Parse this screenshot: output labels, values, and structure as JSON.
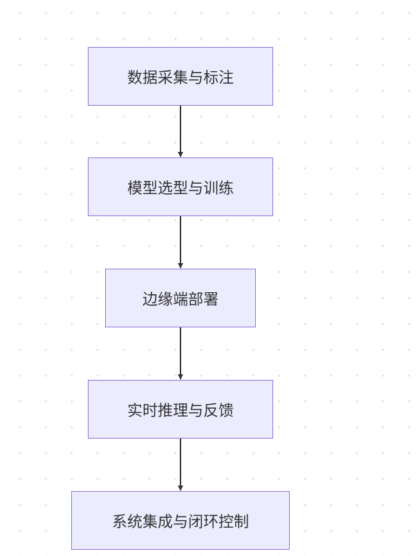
{
  "diagram": {
    "type": "flowchart",
    "direction": "top-to-bottom",
    "colors": {
      "node_fill": "#ececff",
      "node_border": "#9370db",
      "edge": "#333333",
      "text": "#333333",
      "grid_dot": "#e6e6e6"
    },
    "nodes": [
      {
        "id": "n1",
        "label": "数据采集与标注"
      },
      {
        "id": "n2",
        "label": "模型选型与训练"
      },
      {
        "id": "n3",
        "label": "边缘端部署"
      },
      {
        "id": "n4",
        "label": "实时推理与反馈"
      },
      {
        "id": "n5",
        "label": "系统集成与闭环控制"
      }
    ],
    "edges": [
      {
        "from": "n1",
        "to": "n2"
      },
      {
        "from": "n2",
        "to": "n3"
      },
      {
        "from": "n3",
        "to": "n4"
      },
      {
        "from": "n4",
        "to": "n5"
      }
    ]
  }
}
